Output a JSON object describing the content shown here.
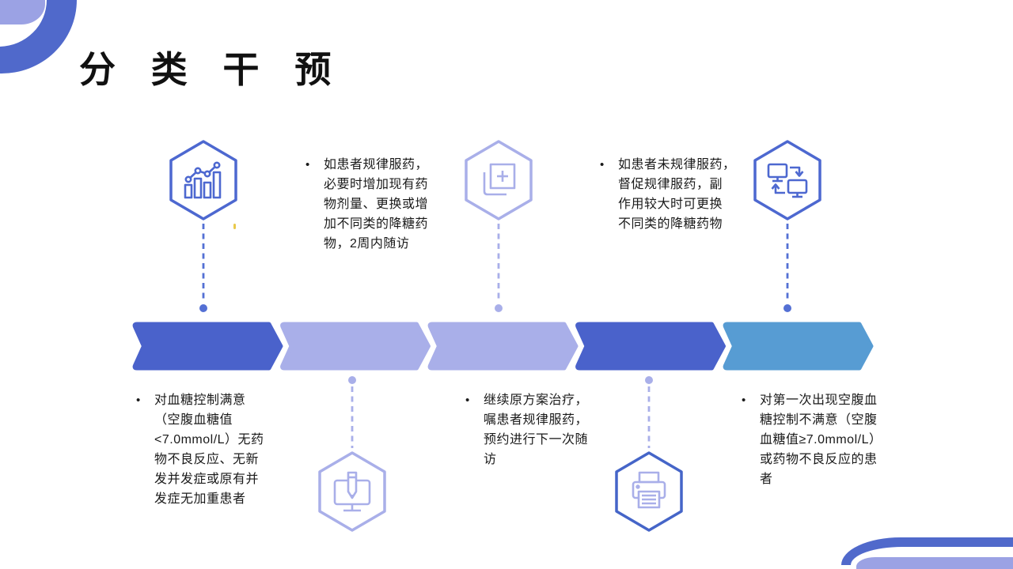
{
  "slide": {
    "title": "分 类 干 预"
  },
  "colors": {
    "decor_purple": "#9BA2E4",
    "decor_blue": "#5069CB",
    "speck_yellow": "#E9C94A",
    "text": "#1A1A1A"
  },
  "timeline": {
    "bars": [
      {
        "color": "#4A62CB"
      },
      {
        "color": "#A9AFE9"
      },
      {
        "color": "#A9AFE9"
      },
      {
        "color": "#4A62CB"
      },
      {
        "color": "#579CD3"
      }
    ],
    "connectors": [
      {
        "color": "#5470D4",
        "position": "top"
      },
      {
        "color": "#A9AFE9",
        "position": "top"
      },
      {
        "color": "#5470D4",
        "position": "top"
      },
      {
        "color": "#A9AFE9",
        "position": "bottom"
      },
      {
        "color": "#A9AFE9",
        "position": "bottom"
      }
    ]
  },
  "hexagons": [
    {
      "icon": "bar-chart-trend-icon",
      "outline": "#4D68D0",
      "icon_color": "#4D68D0"
    },
    {
      "icon": "add-layer-icon",
      "outline": "#A9AFE9",
      "icon_color": "#A9AFE9"
    },
    {
      "icon": "monitors-sync-icon",
      "outline": "#4D68D0",
      "icon_color": "#4D68D0"
    },
    {
      "icon": "monitor-edit-icon",
      "outline": "#A9AFE9",
      "icon_color": "#A9AFE9"
    },
    {
      "icon": "printer-icon",
      "outline": "#4565C8",
      "icon_color": "#A9AFE9"
    }
  ],
  "notes": {
    "top": [
      {
        "bullet": "•",
        "text": "如患者规律服药，\n必要时增加现有药\n物剂量、更换或增\n加不同类的降糖药\n物，2周内随访"
      },
      {
        "bullet": "•",
        "text": "如患者未规律服药，\n督促规律服药，副\n作用较大时可更换\n不同类的降糖药物"
      }
    ],
    "bottom": [
      {
        "bullet": "•",
        "text": "对血糖控制满意\n（空腹血糖值\n<7.0mmol/L）无药\n物不良反应、无新\n发并发症或原有并\n发症无加重患者"
      },
      {
        "bullet": "•",
        "text": "继续原方案治疗，\n嘱患者规律服药，\n预约进行下一次随\n访"
      },
      {
        "bullet": "•",
        "text": "对第一次出现空腹血\n糖控制不满意（空腹\n血糖值≥7.0mmol/L）\n或药物不良反应的患\n者"
      }
    ]
  }
}
